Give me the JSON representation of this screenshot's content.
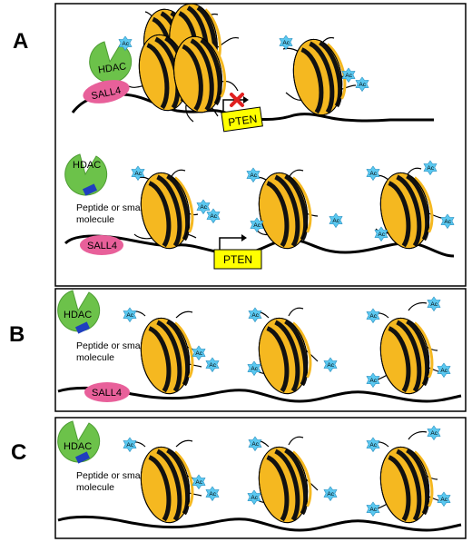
{
  "panels": [
    {
      "label": "A"
    },
    {
      "label": "B"
    },
    {
      "label": "C"
    }
  ],
  "labels": {
    "hdac": "HDAC",
    "sall4": "SALL4",
    "pten": "PTEN",
    "inhibitor_line1": "Peptide or small",
    "inhibitor_line2": "molecule",
    "ac": "Ac"
  },
  "colors": {
    "nucleosome": "#f5b820",
    "nucleosome_stripe": "#111111",
    "hdac": "#6cc24a",
    "sall4": "#e8609a",
    "pten_box": "#ffff00",
    "ac_star": "#5ac8f0",
    "inhibitor": "#1f3fbf",
    "repress_x": "#e02020",
    "dna": "#000000"
  }
}
